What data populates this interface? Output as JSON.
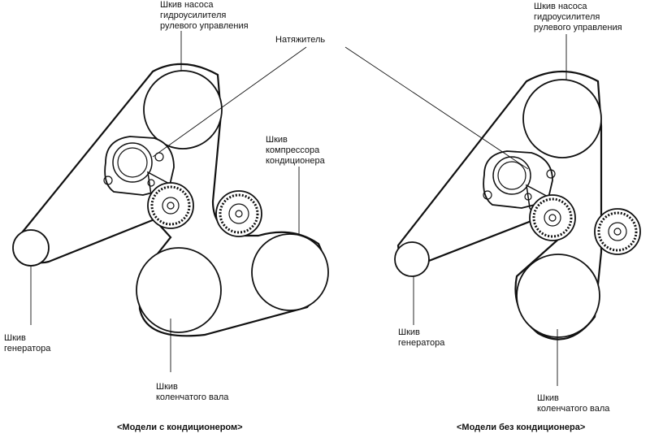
{
  "left": {
    "ps_pulley": [
      "Шкив насоса",
      "гидроусилителя",
      "рулевого управления"
    ],
    "ac_pulley": [
      "Шкив",
      "компрессора",
      "кондиционера"
    ],
    "alternator": [
      "Шкив",
      "генератора"
    ],
    "crank": [
      "Шкив",
      "коленчатого вала"
    ],
    "caption": "<Модели с кондиционером>"
  },
  "tensioner": "Натяжитель",
  "right": {
    "ps_pulley": [
      "Шкив насоса",
      "гидроусилителя",
      "рулевого управления"
    ],
    "alternator": [
      "Шкив",
      "генератора"
    ],
    "crank": [
      "Шкив",
      "коленчатого вала"
    ],
    "caption": "<Модели без кондиционера>"
  }
}
